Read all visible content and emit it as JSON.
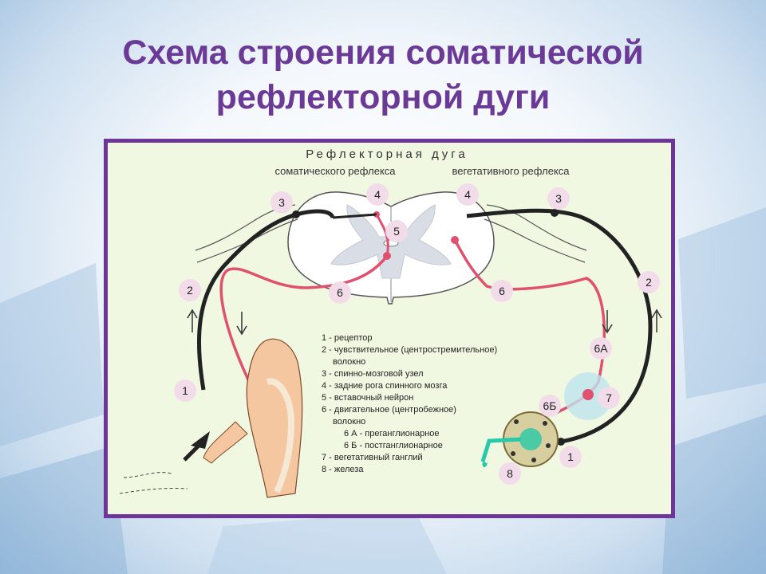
{
  "slide": {
    "title_line1": "Схема строения соматической",
    "title_line2": "рефлекторной дуги"
  },
  "figure": {
    "header": "Рефлекторная дуга",
    "left_caption": "соматического рефлекса",
    "right_caption": "вегетативного рефлекса",
    "markers": {
      "l1": "1",
      "l2": "2",
      "l3": "3",
      "l4": "4",
      "l5": "5",
      "l6": "6",
      "r2": "2",
      "r3": "3",
      "r4": "4",
      "r6": "6",
      "r6a": "6А",
      "r6b": "6Б",
      "r7": "7",
      "r1": "1",
      "r8": "8"
    },
    "legend": [
      "1 - рецептор",
      "2 - чувствительное  (центростремительное)",
      "волокно",
      "3 - спинно-мозговой узел",
      "4 - задние рога спинного мозга",
      "5 - вставочный нейрон",
      "6 - двигательное (центробежное)",
      "волокно",
      "6 А - преганглионарное",
      "6 Б - постганглионарное",
      "7 - вегетативный ганглий",
      "8 - железа"
    ],
    "colors": {
      "border": "#6e3598",
      "sensory_fiber": "#222222",
      "motor_fiber": "#e0506f",
      "grey_matter": "#d9dde5",
      "gland_fill": "#d8cfa0",
      "gland_duct": "#27c9a8",
      "ganglion": "#bfe3ef"
    }
  }
}
